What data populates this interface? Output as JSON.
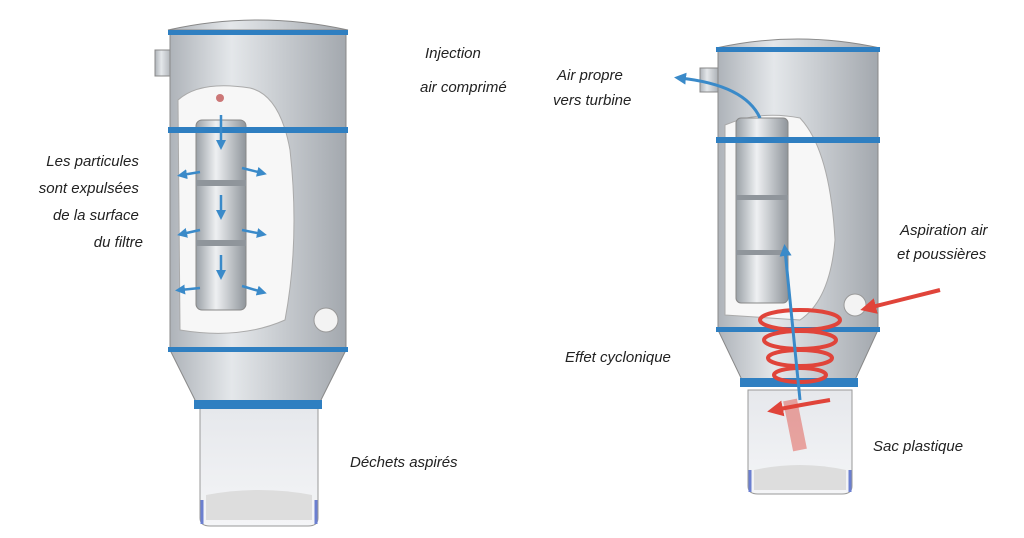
{
  "left_unit": {
    "injection_label": [
      "Injection",
      "air comprimé"
    ],
    "particles_label": [
      "Les particules",
      "sont expulsées",
      "de la surface",
      "du filtre"
    ],
    "waste_label": "Déchets aspirés"
  },
  "right_unit": {
    "clean_air_label": [
      "Air propre",
      "vers turbine"
    ],
    "suction_label": [
      "Aspiration air",
      "et poussières"
    ],
    "cyclone_label": "Effet cyclonique",
    "bag_label": "Sac plastique"
  },
  "colors": {
    "band": "#2f7fc1",
    "body": "#cfd3d8",
    "arrow_blue": "#3a8ac9",
    "arrow_red": "#e0443a"
  }
}
